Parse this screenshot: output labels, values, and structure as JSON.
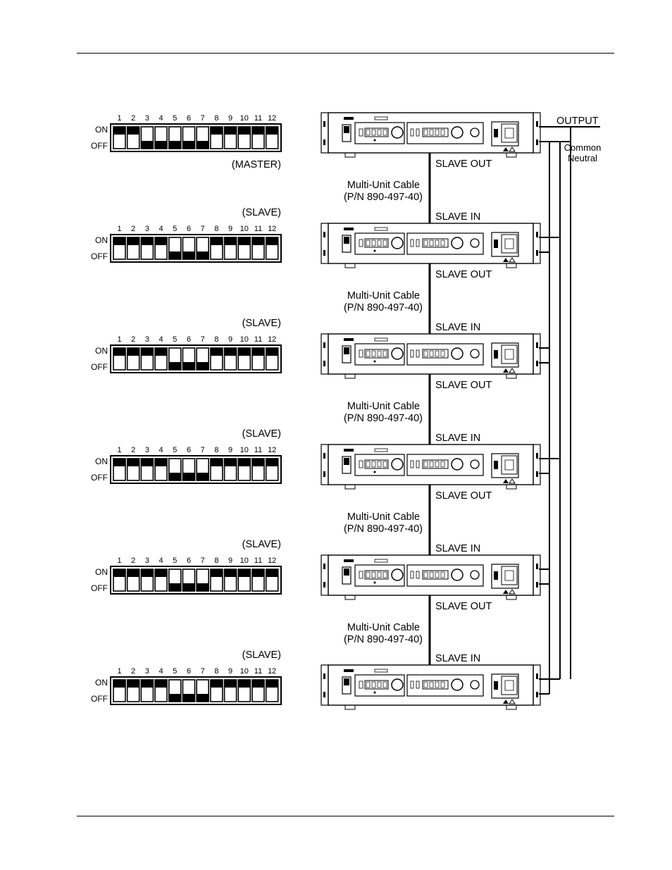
{
  "switch_labels": {
    "on": "ON",
    "off": "OFF"
  },
  "switch_numbers": [
    "1",
    "2",
    "3",
    "4",
    "5",
    "6",
    "7",
    "8",
    "9",
    "10",
    "11",
    "12"
  ],
  "units": [
    {
      "role": "(MASTER)",
      "switches": [
        1,
        1,
        0,
        0,
        0,
        0,
        0,
        1,
        1,
        1,
        1,
        1
      ]
    },
    {
      "role": "(SLAVE)",
      "switches": [
        1,
        1,
        1,
        1,
        0,
        0,
        0,
        1,
        1,
        1,
        1,
        1
      ]
    },
    {
      "role": "(SLAVE)",
      "switches": [
        1,
        1,
        1,
        1,
        0,
        0,
        0,
        1,
        1,
        1,
        1,
        1
      ]
    },
    {
      "role": "(SLAVE)",
      "switches": [
        1,
        1,
        1,
        1,
        0,
        0,
        0,
        1,
        1,
        1,
        1,
        1
      ]
    },
    {
      "role": "(SLAVE)",
      "switches": [
        1,
        1,
        1,
        1,
        0,
        0,
        0,
        1,
        1,
        1,
        1,
        1
      ]
    },
    {
      "role": "(SLAVE)",
      "switches": [
        1,
        1,
        1,
        1,
        0,
        0,
        0,
        1,
        1,
        1,
        1,
        1
      ]
    }
  ],
  "connection": {
    "slave_out": "SLAVE OUT",
    "slave_in": "SLAVE IN",
    "cable_line1": "Multi-Unit Cable",
    "cable_line2": "(P/N 890-497-40)"
  },
  "output_label": "OUTPUT",
  "neutral_label_line1": "Common",
  "neutral_label_line2": "Neutral"
}
